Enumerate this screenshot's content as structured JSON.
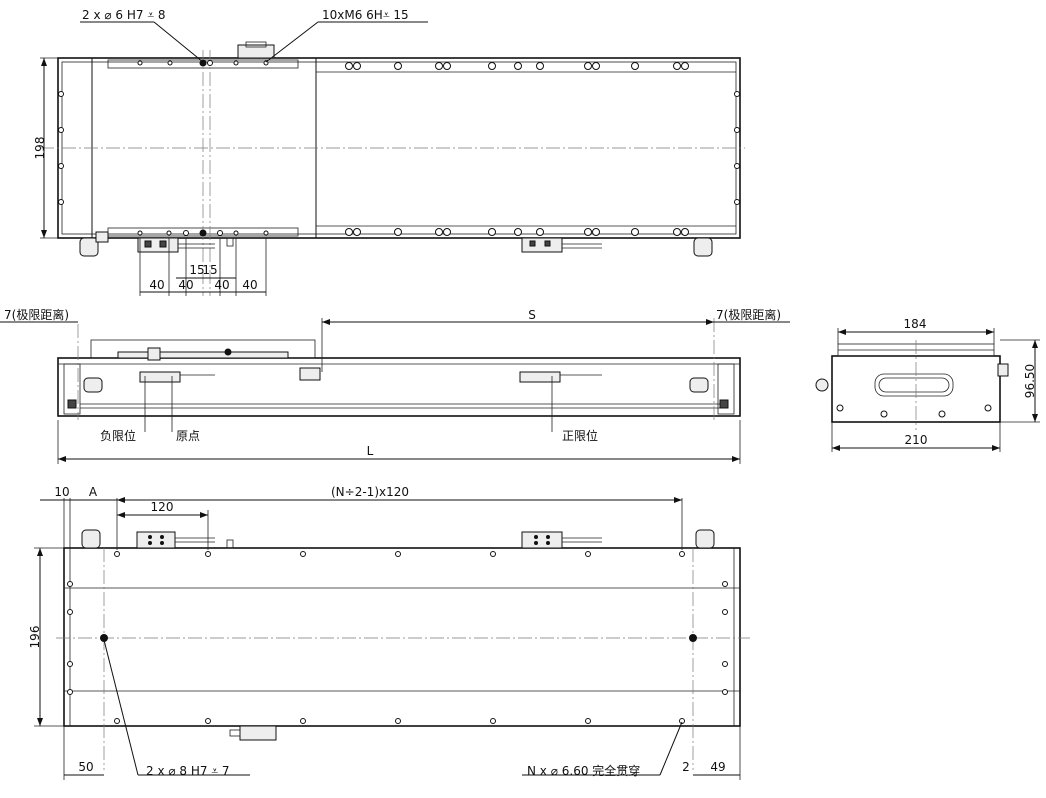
{
  "callouts": {
    "top_pin_holes": "2 x  ⌀ 6 H7  ⩡ 8",
    "top_thread_holes": "10xM6 6H⩡ 15",
    "bottom_pin_holes": "2 x  ⌀ 8 H7  ⩡ 7",
    "through_holes": "N x  ⌀ 6.60 完全贯穿"
  },
  "top_view": {
    "height_dim": "198",
    "spacing_dims": [
      "40",
      "40",
      "40",
      "40"
    ],
    "pin_spacing": "15",
    "pin_spacing_2": "15"
  },
  "side_view": {
    "limit_left": "7(极限距离)",
    "stroke": "S",
    "limit_right": "7(极限距离)",
    "length": "L",
    "neg_limit": "负限位",
    "origin": "原点",
    "pos_limit": "正限位"
  },
  "end_view": {
    "inner_width": "184",
    "outer_width": "210",
    "height": "96.50"
  },
  "bottom_view": {
    "dim_10": "10",
    "dim_a": "A",
    "pitch_formula": "(N÷2-1)x120",
    "pitch": "120",
    "height_dim": "196",
    "dim_50": "50",
    "dim_2": "2",
    "dim_49": "49"
  }
}
